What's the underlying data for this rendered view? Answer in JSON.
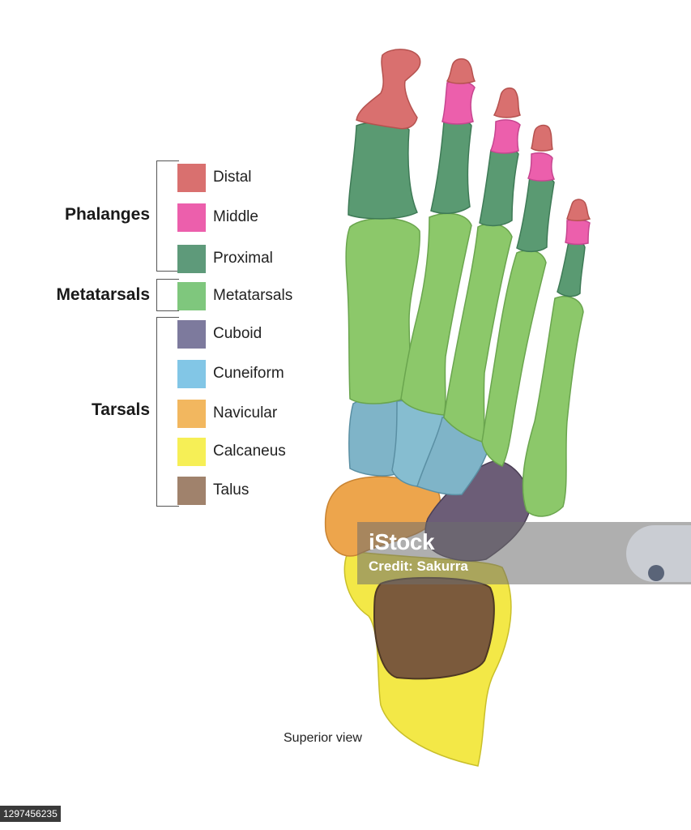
{
  "groups": [
    {
      "label": "Phalanges"
    },
    {
      "label": "Metatarsals"
    },
    {
      "label": "Tarsals"
    }
  ],
  "legend": [
    {
      "label": "Distal",
      "color": "#d9706f"
    },
    {
      "label": "Middle",
      "color": "#ec5fac"
    },
    {
      "label": "Proximal",
      "color": "#5e9a7a"
    },
    {
      "label": "Metatarsals",
      "color": "#7fc77d"
    },
    {
      "label": "Cuboid",
      "color": "#7d7a9d"
    },
    {
      "label": "Cuneiform",
      "color": "#82c6e6"
    },
    {
      "label": "Navicular",
      "color": "#f2b75f"
    },
    {
      "label": "Calcaneus",
      "color": "#f6ef56"
    },
    {
      "label": "Talus",
      "color": "#a0826c"
    }
  ],
  "caption": "Superior view",
  "watermark": {
    "logo": "iStock",
    "credit": "Credit: Sakurra"
  },
  "stock_id": "1297456235"
}
